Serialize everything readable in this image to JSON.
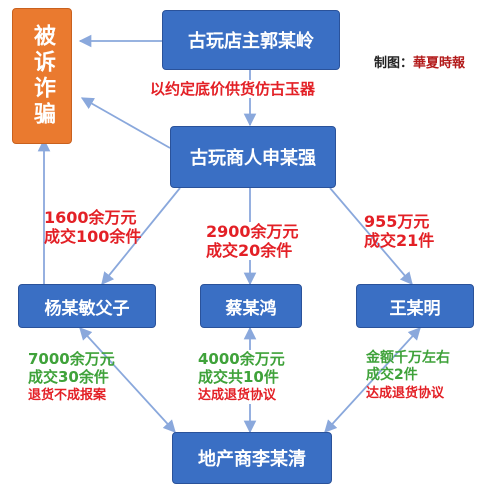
{
  "colors": {
    "node_fill": "#3a6fc4",
    "accused_fill": "#ea7a2f",
    "edge": "#8aa8dc",
    "label_red": "#e32026",
    "label_green": "#3fa23a"
  },
  "nodes": {
    "accused": "被诉诈骗",
    "guo": "古玩店主郭某岭",
    "shen": "古玩商人申某强",
    "yang": "杨某敏父子",
    "cai": "蔡某鸿",
    "wang": "王某明",
    "li": "地产商李某清"
  },
  "edge_labels": {
    "guo_to_shen": "以约定底价供货仿古玉器",
    "shen_yang": [
      "1600余万元",
      "成交100余件"
    ],
    "shen_cai": [
      "2900余万元",
      "成交20余件"
    ],
    "shen_wang": [
      "955万元",
      "成交21件"
    ],
    "li_yang": [
      "7000余万元",
      "成交30余件",
      "退货不成报案"
    ],
    "li_cai": [
      "4000余万元",
      "成交共10件",
      "达成退货协议"
    ],
    "li_wang": [
      "金额千万左右",
      "成交2件",
      "达成退货协议"
    ]
  },
  "credit": {
    "prefix": "制图：",
    "brand": "華夏時報"
  }
}
